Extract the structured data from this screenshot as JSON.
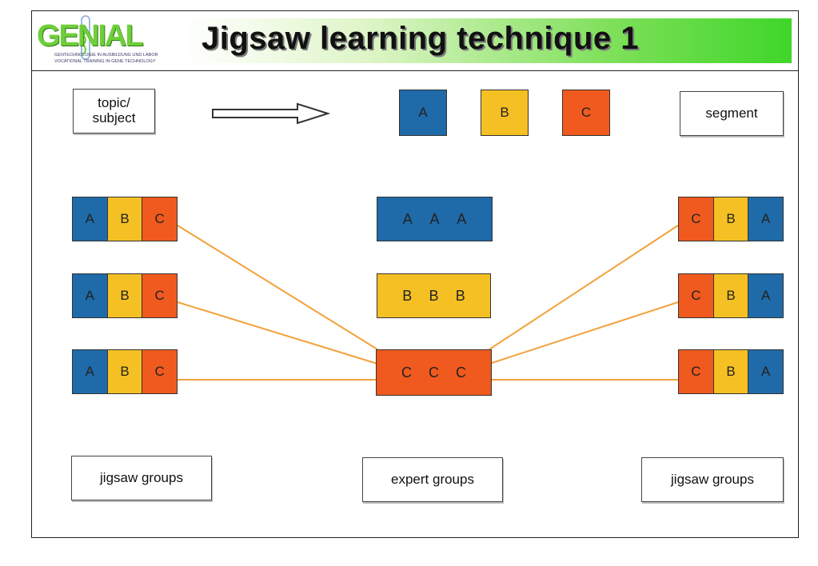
{
  "title": "Jigsaw learning technique 1",
  "logo": {
    "word": "GENIAL",
    "line1": "GENTECHNOLOGIE IN AUSBILDUNG UND LABOR",
    "line2": "VOCATIONAL TRAINING IN GENE TECHNOLOGY"
  },
  "top_row": {
    "topic_label": "topic/ subject",
    "segments": [
      "A",
      "B",
      "C"
    ],
    "segment_label": "segment"
  },
  "left_groups": [
    [
      "A",
      "B",
      "C"
    ],
    [
      "A",
      "B",
      "C"
    ],
    [
      "A",
      "B",
      "C"
    ]
  ],
  "expert_groups": [
    [
      "A",
      "A",
      "A"
    ],
    [
      "B",
      "B",
      "B"
    ],
    [
      "C",
      "C",
      "C"
    ]
  ],
  "right_groups": [
    [
      "C",
      "B",
      "A"
    ],
    [
      "C",
      "B",
      "A"
    ],
    [
      "C",
      "B",
      "A"
    ]
  ],
  "bottom_labels": {
    "left": "jigsaw groups",
    "center": "expert groups",
    "right": "jigsaw groups"
  },
  "colors": {
    "A": "#1f6aa8",
    "B": "#f5c023",
    "C": "#f05a1e",
    "connector": "#f2a23a",
    "title_accent": "#3fd62a"
  }
}
